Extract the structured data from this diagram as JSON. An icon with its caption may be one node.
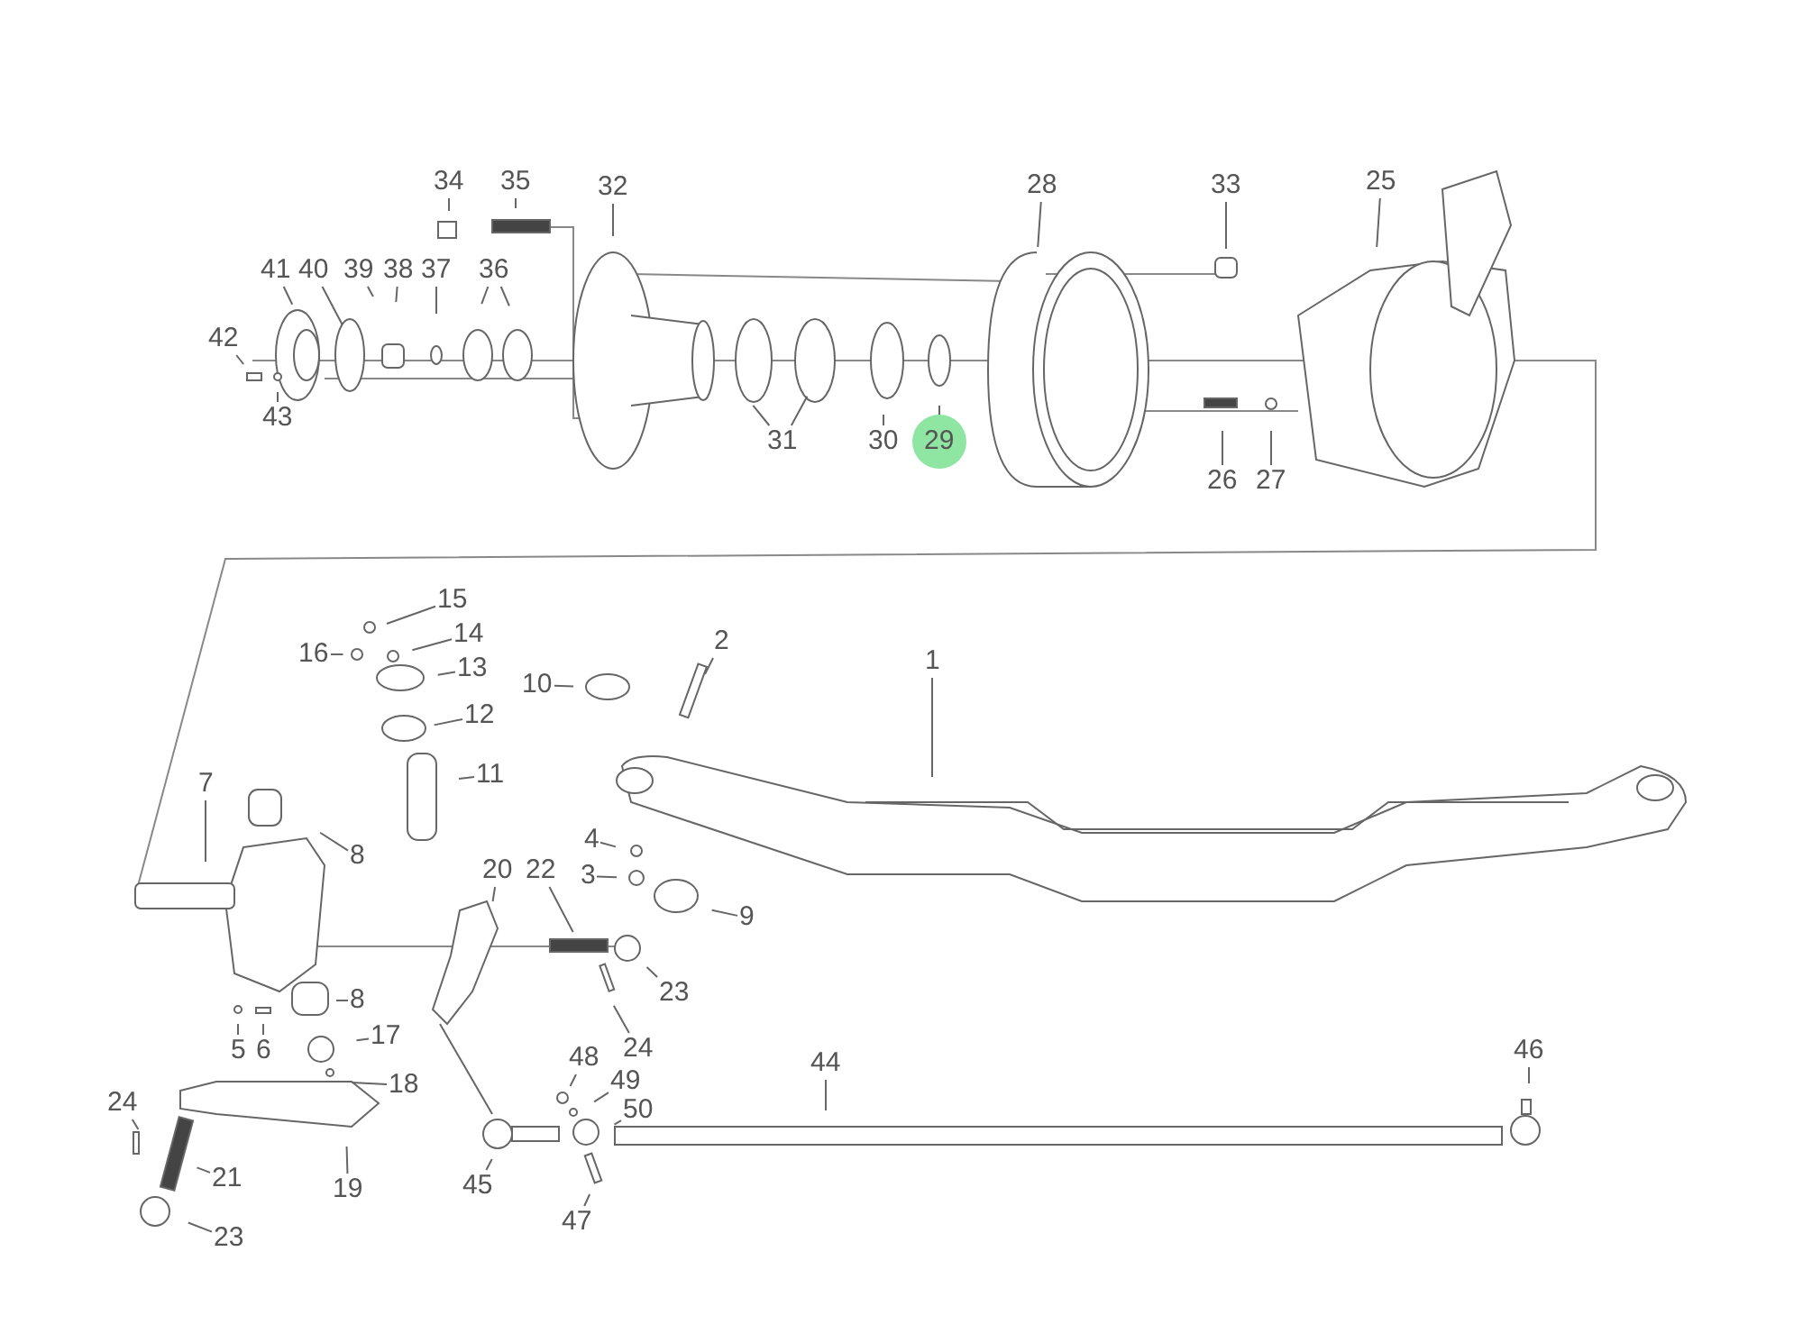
{
  "diagram": {
    "nodes": [
      {
        "text": [
          "34"
        ]
      },
      {
        "text": [
          "35"
        ]
      },
      {
        "text": [
          "32"
        ]
      },
      {
        "text": [
          "28"
        ]
      },
      {
        "text": [
          "33"
        ]
      },
      {
        "text": [
          "25"
        ]
      },
      {
        "text": [
          "41"
        ]
      },
      {
        "text": [
          "40"
        ]
      },
      {
        "text": [
          "39"
        ]
      },
      {
        "text": [
          "38"
        ]
      },
      {
        "text": [
          "37"
        ]
      },
      {
        "text": [
          "36"
        ]
      },
      {
        "text": [
          "42"
        ]
      },
      {
        "text": [
          "43"
        ]
      },
      {
        "text": [
          "31"
        ]
      },
      {
        "text": [
          "30"
        ]
      },
      {
        "text": [
          "29"
        ]
      },
      {
        "text": [
          "26"
        ]
      },
      {
        "text": [
          "27"
        ]
      },
      {
        "text": [
          "15"
        ]
      },
      {
        "text": [
          "16"
        ]
      },
      {
        "text": [
          "14"
        ]
      },
      {
        "text": [
          "13"
        ]
      },
      {
        "text": [
          "12"
        ]
      },
      {
        "text": [
          "11"
        ]
      },
      {
        "text": [
          "10"
        ]
      },
      {
        "text": [
          "2"
        ]
      },
      {
        "text": [
          "1"
        ]
      },
      {
        "text": [
          "7"
        ]
      },
      {
        "text": [
          "8"
        ]
      },
      {
        "text": [
          "4"
        ]
      },
      {
        "text": [
          "3"
        ]
      },
      {
        "text": [
          "9"
        ]
      },
      {
        "text": [
          "20"
        ]
      },
      {
        "text": [
          "22"
        ]
      },
      {
        "text": [
          "23"
        ]
      },
      {
        "text": [
          "24"
        ]
      },
      {
        "text": [
          "5"
        ]
      },
      {
        "text": [
          "6"
        ]
      },
      {
        "text": [
          "8"
        ]
      },
      {
        "text": [
          "17"
        ]
      },
      {
        "text": [
          "18"
        ]
      },
      {
        "text": [
          "48"
        ]
      },
      {
        "text": [
          "44"
        ]
      },
      {
        "text": [
          "46"
        ]
      },
      {
        "text": [
          "49"
        ]
      },
      {
        "text": [
          "50"
        ]
      },
      {
        "text": [
          "24"
        ]
      },
      {
        "text": [
          "21"
        ]
      },
      {
        "text": [
          "19"
        ]
      },
      {
        "text": [
          "45"
        ]
      },
      {
        "text": [
          "47"
        ]
      },
      {
        "text": [
          "23"
        ]
      }
    ],
    "edges": [
      {
        "from": 0,
        "to": null,
        "arrow": "none"
      },
      {
        "from": 1,
        "to": null,
        "arrow": "none"
      },
      {
        "from": 2,
        "to": null,
        "arrow": "none"
      },
      {
        "from": 3,
        "to": null,
        "arrow": "none"
      },
      {
        "from": 4,
        "to": null,
        "arrow": "none"
      },
      {
        "from": 5,
        "to": null,
        "arrow": "none"
      },
      {
        "from": 6,
        "to": null,
        "arrow": "none"
      },
      {
        "from": 7,
        "to": null,
        "arrow": "none"
      },
      {
        "from": 8,
        "to": null,
        "arrow": "none"
      },
      {
        "from": 9,
        "to": null,
        "arrow": "none"
      },
      {
        "from": 10,
        "to": null,
        "arrow": "none"
      },
      {
        "from": 11,
        "to": null,
        "arrow": "none"
      },
      {
        "from": 11,
        "to": null,
        "arrow": "none"
      },
      {
        "from": 12,
        "to": null,
        "arrow": "none"
      },
      {
        "from": 13,
        "to": null,
        "arrow": "none"
      },
      {
        "from": 14,
        "to": null,
        "arrow": "none"
      },
      {
        "from": 14,
        "to": null,
        "arrow": "none"
      },
      {
        "from": 15,
        "to": null,
        "arrow": "none"
      },
      {
        "from": 16,
        "to": null,
        "arrow": "none"
      },
      {
        "from": 17,
        "to": null,
        "arrow": "none"
      },
      {
        "from": 18,
        "to": null,
        "arrow": "none"
      },
      {
        "from": 19,
        "to": null,
        "arrow": "none"
      },
      {
        "from": 20,
        "to": null,
        "arrow": "none"
      },
      {
        "from": 21,
        "to": null,
        "arrow": "none"
      },
      {
        "from": 22,
        "to": null,
        "arrow": "none"
      },
      {
        "from": 23,
        "to": null,
        "arrow": "none"
      },
      {
        "from": 24,
        "to": null,
        "arrow": "none"
      },
      {
        "from": 25,
        "to": null,
        "arrow": "none"
      },
      {
        "from": 26,
        "to": null,
        "arrow": "none"
      },
      {
        "from": 27,
        "to": null,
        "arrow": "none"
      },
      {
        "from": 28,
        "to": null,
        "arrow": "none"
      },
      {
        "from": 29,
        "to": null,
        "arrow": "none"
      },
      {
        "from": 30,
        "to": null,
        "arrow": "none"
      },
      {
        "from": 31,
        "to": null,
        "arrow": "none"
      },
      {
        "from": 32,
        "to": null,
        "arrow": "none"
      },
      {
        "from": 33,
        "to": null,
        "arrow": "none"
      },
      {
        "from": 34,
        "to": null,
        "arrow": "none"
      },
      {
        "from": 35,
        "to": null,
        "arrow": "none"
      },
      {
        "from": 36,
        "to": null,
        "arrow": "none"
      },
      {
        "from": 37,
        "to": null,
        "arrow": "none"
      },
      {
        "from": 38,
        "to": null,
        "arrow": "none"
      },
      {
        "from": 39,
        "to": null,
        "arrow": "none"
      },
      {
        "from": 40,
        "to": null,
        "arrow": "none"
      },
      {
        "from": 41,
        "to": null,
        "arrow": "none"
      },
      {
        "from": 42,
        "to": null,
        "arrow": "none"
      },
      {
        "from": 43,
        "to": null,
        "arrow": "none"
      },
      {
        "from": 44,
        "to": null,
        "arrow": "none"
      },
      {
        "from": 45,
        "to": null,
        "arrow": "none"
      },
      {
        "from": 46,
        "to": null,
        "arrow": "none"
      },
      {
        "from": 47,
        "to": null,
        "arrow": "none"
      },
      {
        "from": 48,
        "to": null,
        "arrow": "none"
      },
      {
        "from": 49,
        "to": null,
        "arrow": "none"
      },
      {
        "from": 50,
        "to": null,
        "arrow": "none"
      },
      {
        "from": 51,
        "to": null,
        "arrow": "none"
      },
      {
        "from": 52,
        "to": null,
        "arrow": "none"
      }
    ]
  }
}
